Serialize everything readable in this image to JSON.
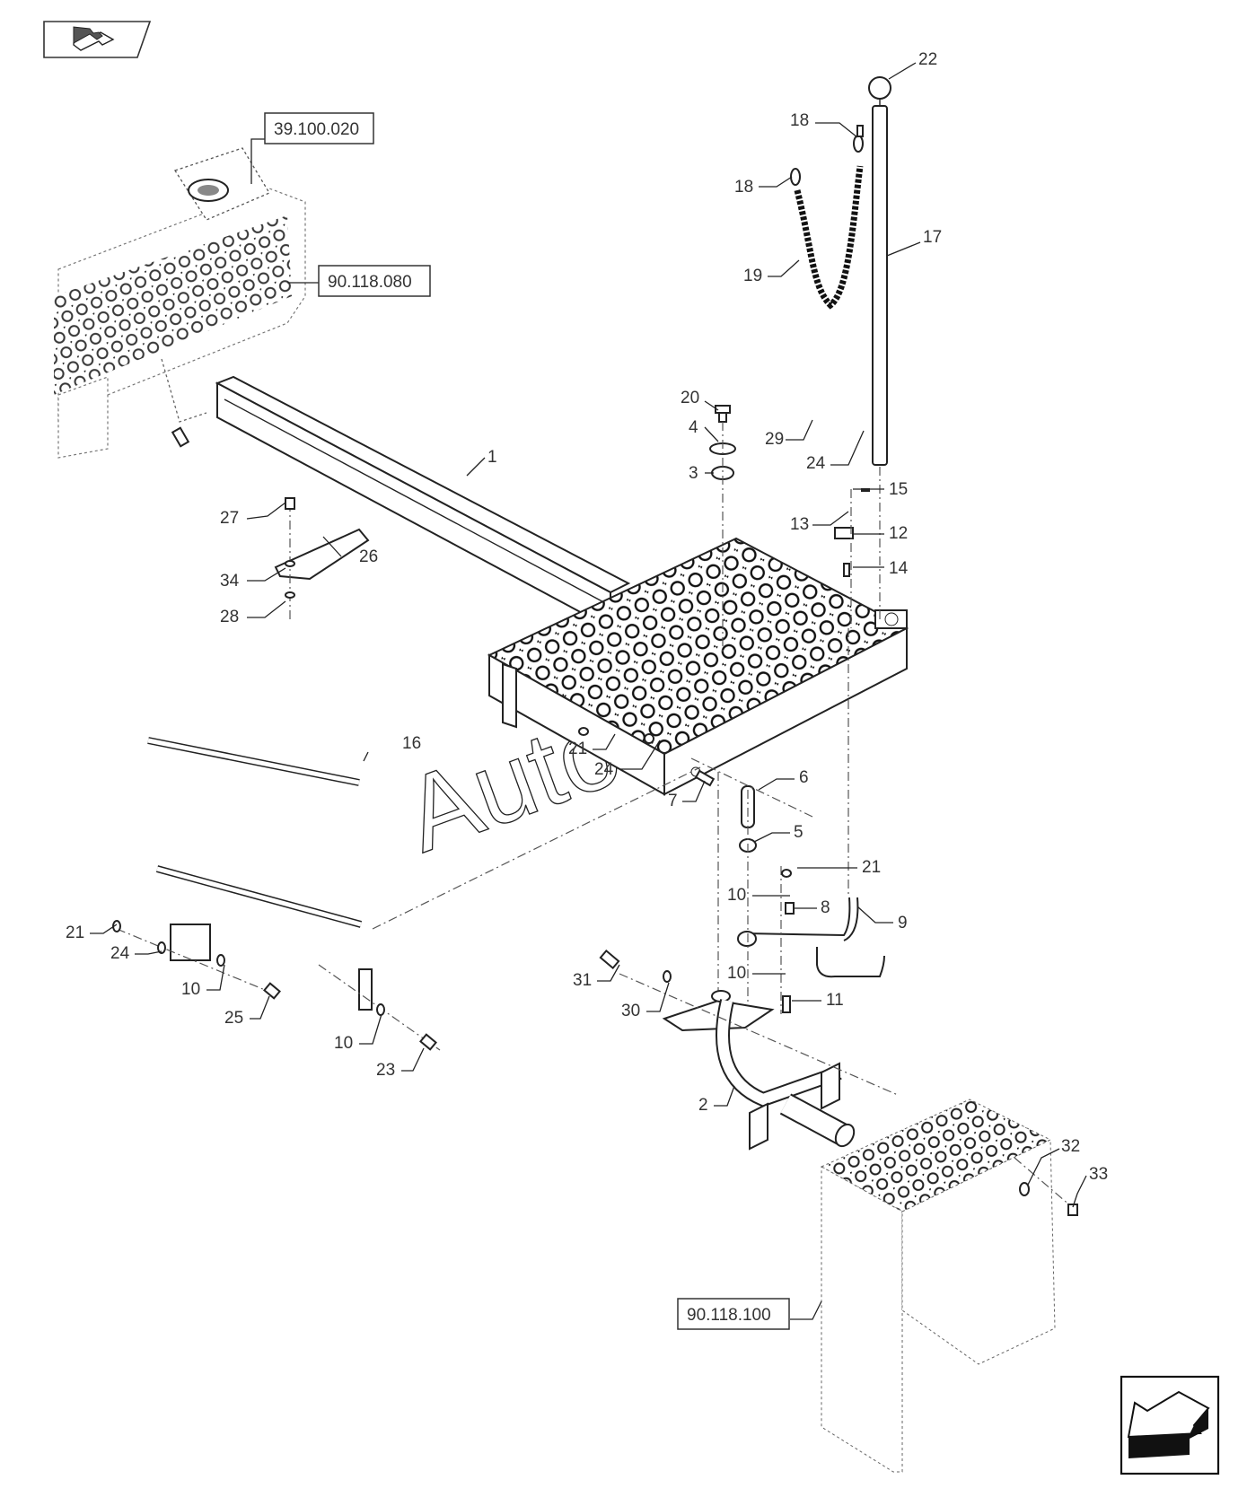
{
  "diagram": {
    "type": "exploded-parts-view",
    "watermark": "AutoSoft",
    "nav": {
      "previous_icon": "arrow-back-icon",
      "next_icon": "arrow-forward-icon"
    },
    "references": [
      "39.100.020",
      "90.118.080",
      "90.118.100"
    ],
    "callouts": {
      "c1": "1",
      "c2": "2",
      "c3": "3",
      "c4": "4",
      "c5": "5",
      "c6": "6",
      "c7": "7",
      "c8": "8",
      "c9": "9",
      "c10a": "10",
      "c10b": "10",
      "c10c": "10",
      "c10d": "10",
      "c11": "11",
      "c12": "12",
      "c13": "13",
      "c14": "14",
      "c15": "15",
      "c16": "16",
      "c17": "17",
      "c18a": "18",
      "c18b": "18",
      "c19": "19",
      "c20": "20",
      "c21a": "21",
      "c21b": "21",
      "c21c": "21",
      "c22": "22",
      "c23": "23",
      "c24a": "24",
      "c24b": "24",
      "c24c": "24",
      "c25": "25",
      "c26": "26",
      "c27": "27",
      "c28": "28",
      "c29": "29",
      "c30": "30",
      "c31": "31",
      "c32": "32",
      "c33": "33",
      "c34": "34"
    }
  }
}
